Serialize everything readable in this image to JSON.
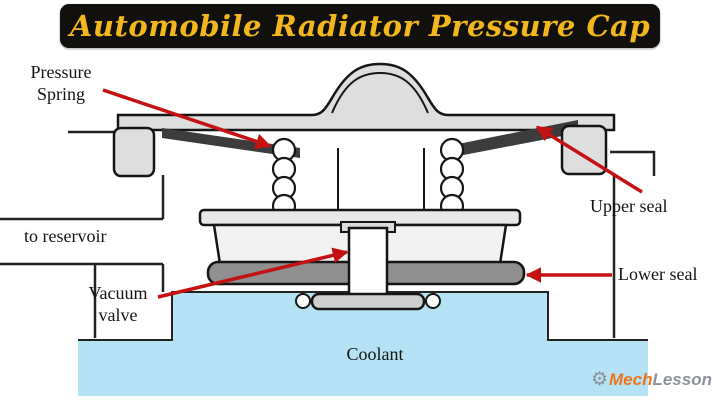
{
  "title": "Automobile Radiator Pressure Cap",
  "labels": {
    "pressure_spring": {
      "line1": "Pressure",
      "line2": "Spring"
    },
    "to_reservoir": "to reservoir",
    "vacuum_valve": {
      "line1": "Vacuum",
      "line2": "valve"
    },
    "upper_seal": "Upper seal",
    "lower_seal": "Lower seal",
    "coolant": "Coolant"
  },
  "watermark": {
    "gear_icon": "gear-icon",
    "brand_prefix": "Mech",
    "brand_suffix": "Lesson"
  },
  "colors": {
    "title_background": "#12100d",
    "title_text": "#f3b71e",
    "arrow_red": "#c41111",
    "coolant_blue": "#b5e3f5",
    "cap_gray": "#dedede",
    "seal_dark": "#3c3c3c",
    "brand_orange": "#ee7418",
    "brand_gray": "#8d9199"
  }
}
